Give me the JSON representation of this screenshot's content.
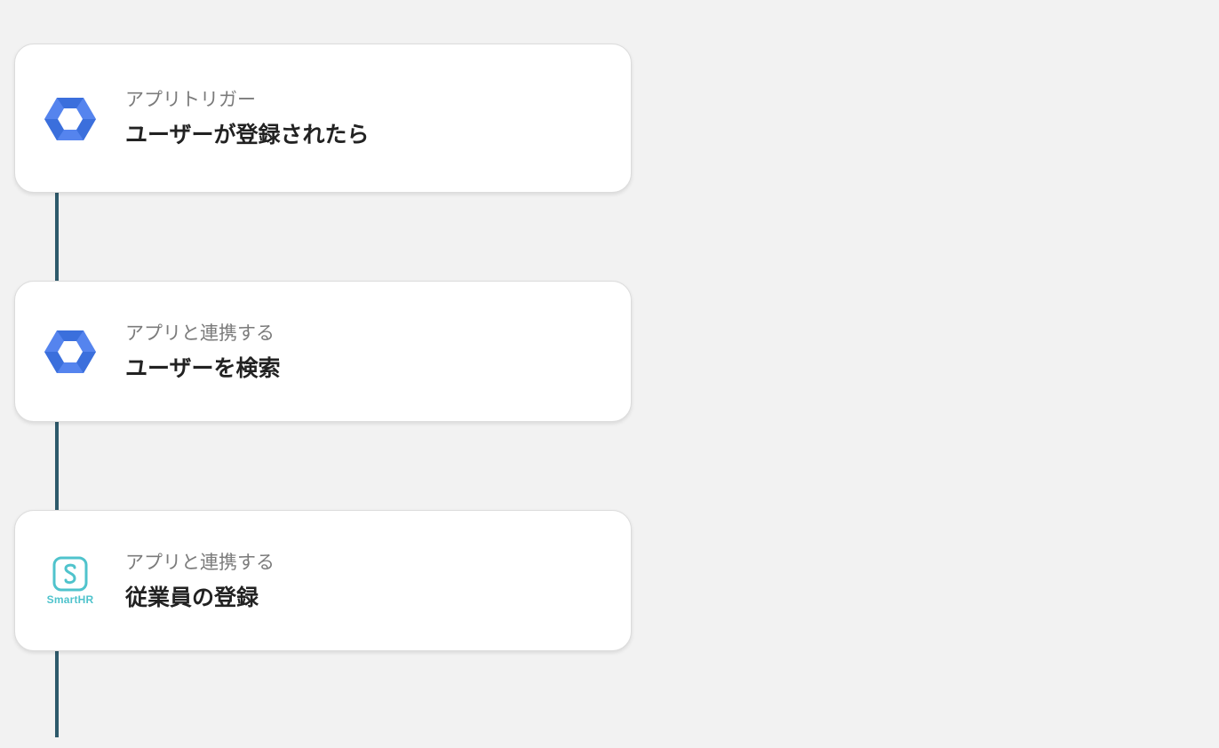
{
  "flow": {
    "steps": [
      {
        "type_label": "アプリトリガー",
        "title": "ユーザーが登録されたら",
        "icon": "google-workspace-icon"
      },
      {
        "type_label": "アプリと連携する",
        "title": "ユーザーを検索",
        "icon": "google-workspace-icon"
      },
      {
        "type_label": "アプリと連携する",
        "title": "従業員の登録",
        "icon": "smarthr-icon",
        "icon_text": "SmartHR"
      }
    ]
  },
  "colors": {
    "background": "#f2f2f2",
    "connector": "#2e5a6b",
    "google_blue": "#5584ee",
    "google_blue_dark": "#3b6fdc",
    "smarthr_teal": "#4fc3cc"
  }
}
